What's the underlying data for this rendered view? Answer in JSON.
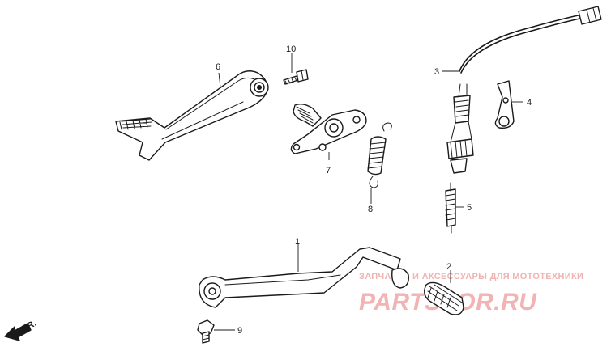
{
  "diagram": {
    "callouts": {
      "c1": "1",
      "c2": "2",
      "c3": "3",
      "c4": "4",
      "c5": "5",
      "c6": "6",
      "c7": "7",
      "c8": "8",
      "c9": "9",
      "c10": "10"
    },
    "direction_marker": "FR.",
    "watermark": {
      "tagline": "ЗАПЧАСТИ И АКСЕССУАРЫ ДЛЯ МОТОТЕХНИКИ",
      "brand": "PARTSFOR.RU"
    },
    "colors": {
      "line": "#1a1a1a",
      "watermark": "#f1b3b3",
      "background": "#ffffff"
    }
  }
}
